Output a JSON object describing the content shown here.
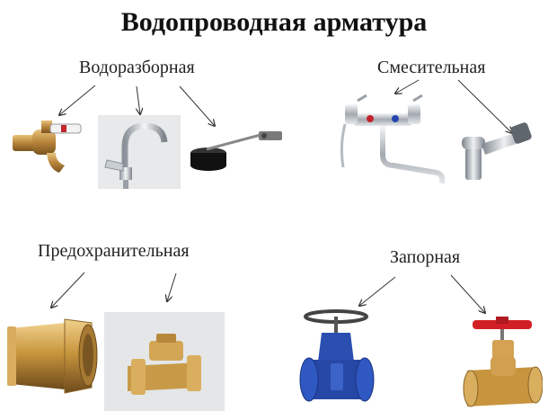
{
  "title": "Водопроводная арматура",
  "categories": {
    "water": "Водоразборная",
    "mixer": "Смесительная",
    "safety": "Предохранительная",
    "shutoff": "Запорная"
  },
  "icons": [
    "brass-tap-icon",
    "chrome-faucet-icon",
    "float-valve-icon",
    "bath-mixer-icon",
    "kitchen-mixer-icon",
    "brass-check-valve-icon",
    "swing-check-valve-icon",
    "gate-valve-icon",
    "globe-valve-icon"
  ],
  "colors": {
    "brass": "#c8963e",
    "chrome": "#b8bec4",
    "blue": "#2a4fb0",
    "red": "#d21f26"
  }
}
